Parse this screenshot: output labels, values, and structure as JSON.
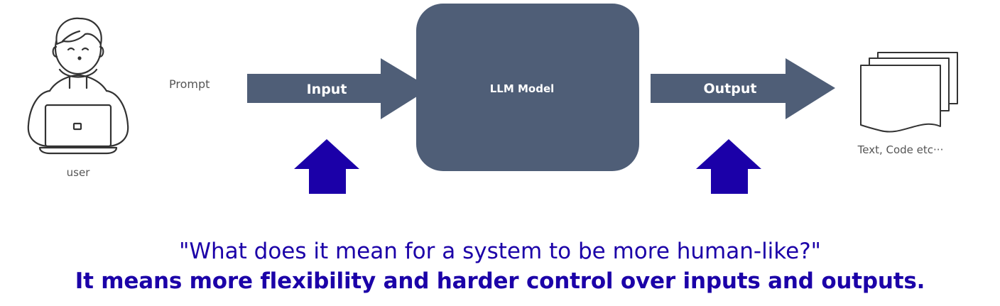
{
  "nodes": {
    "user_label": "user",
    "prompt_label": "Prompt",
    "input_label": "Input",
    "model_label": "LLM Model",
    "output_label": "Output",
    "result_label": "Text, Code etc···"
  },
  "caption": {
    "question": "\"What does it mean for a system to be more human-like?\"",
    "answer": "It means more flexibility and harder control over inputs and outputs."
  },
  "colors": {
    "slate": "#4f5e77",
    "accent_blue": "#1b00a8",
    "line": "#333333",
    "text_gray": "#555555"
  },
  "icons": {
    "user": "person-with-laptop-icon",
    "document": "stacked-documents-icon",
    "up_arrows": "up-arrow-icon"
  }
}
